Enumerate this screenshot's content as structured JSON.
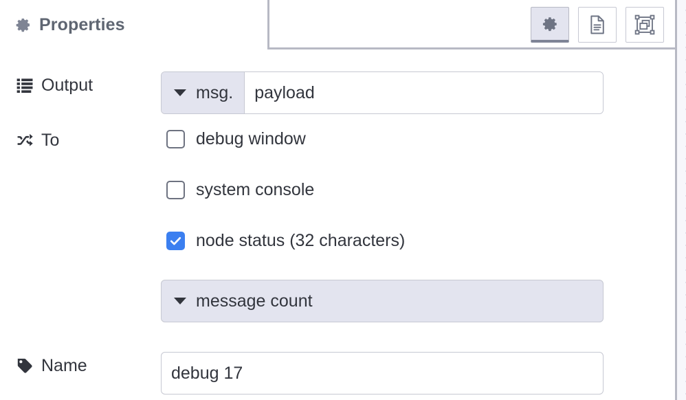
{
  "tab": {
    "title": "Properties",
    "icon": "gear-icon"
  },
  "header_actions": [
    {
      "name": "properties-button",
      "icon": "gear-icon",
      "active": true
    },
    {
      "name": "description-button",
      "icon": "document-icon",
      "active": false
    },
    {
      "name": "appearance-button",
      "icon": "appearance-icon",
      "active": false
    }
  ],
  "form": {
    "output": {
      "label": "Output",
      "icon": "list-icon",
      "type_label": "msg.",
      "value": "payload"
    },
    "to": {
      "label": "To",
      "icon": "shuffle-icon",
      "options": [
        {
          "label": "debug window",
          "checked": false
        },
        {
          "label": "system console",
          "checked": false
        },
        {
          "label": "node status (32 characters)",
          "checked": true
        }
      ],
      "select_value": "message count"
    },
    "name": {
      "label": "Name",
      "icon": "tag-icon",
      "value": "debug 17"
    }
  },
  "colors": {
    "accent_blue": "#3b7ff0",
    "field_lavender": "#e3e4ef",
    "border_gray": "#c6c8d2",
    "tab_title": "#5f6672",
    "text": "#32353d"
  }
}
